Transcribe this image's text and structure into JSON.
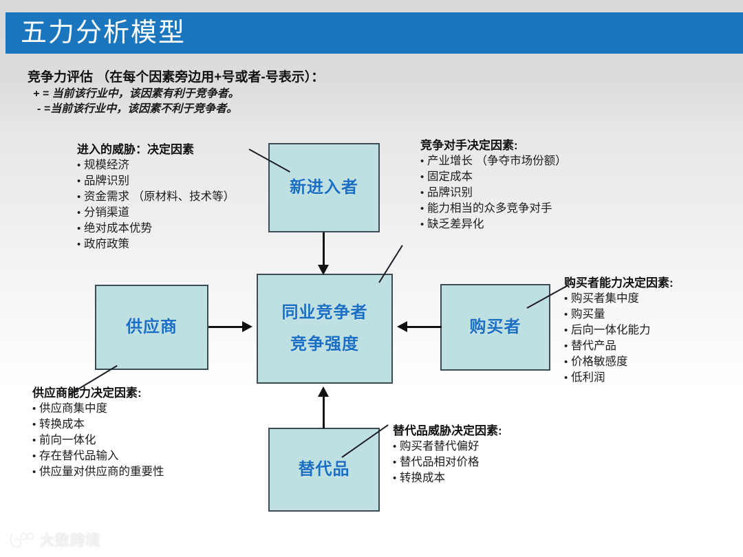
{
  "header": {
    "title": "五力分析模型",
    "band_color": "#1b76bd"
  },
  "legend": {
    "title": "竞争力评估 （在每个因素旁边用+号或者-号表示）：",
    "lines": [
      "+  = 当前该行业中，该因素有利于竞争者。",
      "-  =当前该行业中，该因素不利于竞争者。"
    ]
  },
  "diagram": {
    "box_fill": "#bfe0e0",
    "box_border": "#3e4a52",
    "box_text_color": "#1a6fc4",
    "boxes": {
      "entrants": {
        "label": "新进入者"
      },
      "rivalry": {
        "label_line1": "同业竞争者",
        "label_line2": "竞争强度"
      },
      "supplier": {
        "label": "供应商"
      },
      "buyer": {
        "label": "购买者"
      },
      "substitute": {
        "label": "替代品"
      }
    }
  },
  "factors": {
    "entrants": {
      "title": "进入的威胁：决定因素",
      "items": [
        "规模经济",
        "品牌识别",
        "资金需求 （原材料、技术等）",
        "分销渠道",
        "绝对成本优势",
        "政府政策"
      ]
    },
    "rivalry": {
      "title": "竞争对手决定因素:",
      "items": [
        "产业增长 （争夺市场份额）",
        "固定成本",
        "品牌识别",
        "能力相当的众多竞争对手",
        "缺乏差异化"
      ]
    },
    "buyer": {
      "title": "购买者能力决定因素:",
      "items": [
        "购买者集中度",
        "购买量",
        "后向一体化能力",
        "替代产品",
        "价格敏感度",
        "低利润"
      ]
    },
    "supplier": {
      "title": "供应商能力决定因素:",
      "items": [
        "供应商集中度",
        "转换成本",
        "前向一体化",
        "存在替代品输入",
        "供应量对供应商的重要性"
      ]
    },
    "substitute": {
      "title": "替代品威胁决定因素:",
      "items": [
        "购买者替代偏好",
        "替代品相对价格",
        "转换成本"
      ]
    }
  },
  "watermark": {
    "text": "大数跨境"
  }
}
